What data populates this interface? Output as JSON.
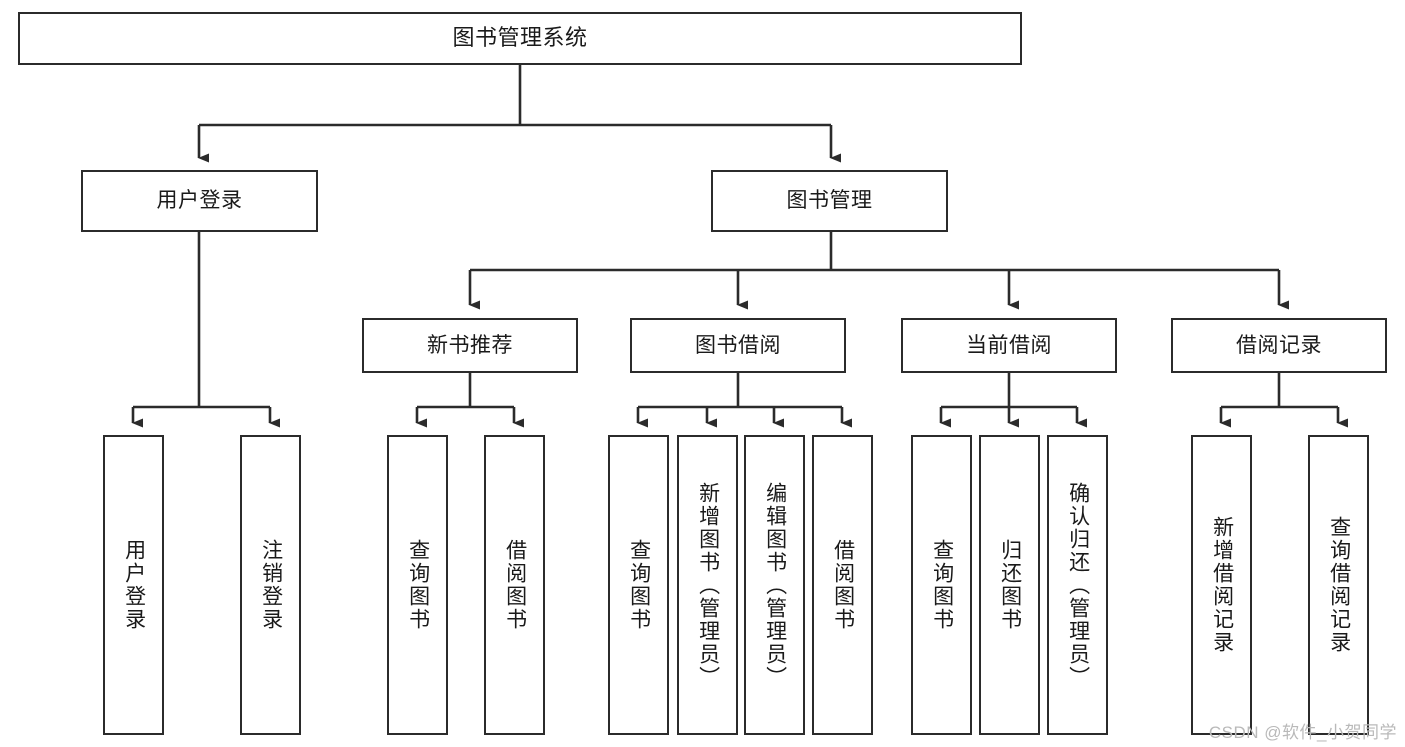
{
  "diagram": {
    "title": "图书管理系统",
    "type": "tree",
    "watermark": "CSDN @软件_小贺同学",
    "colors": {
      "stroke": "#2b2b2b",
      "fill": "#ffffff",
      "text": "#1a1a1a",
      "watermark": "#b9b9b9"
    },
    "nodes": {
      "root": {
        "label": "图书管理系统",
        "level": 1,
        "orientation": "horizontal"
      },
      "user_login": {
        "label": "用户登录",
        "level": 2,
        "orientation": "horizontal"
      },
      "book_manage": {
        "label": "图书管理",
        "level": 2,
        "orientation": "horizontal"
      },
      "new_book_rec": {
        "label": "新书推荐",
        "level": 3,
        "orientation": "horizontal"
      },
      "book_borrow": {
        "label": "图书借阅",
        "level": 3,
        "orientation": "horizontal"
      },
      "current_borrow": {
        "label": "当前借阅",
        "level": 3,
        "orientation": "horizontal"
      },
      "borrow_record": {
        "label": "借阅记录",
        "level": 3,
        "orientation": "horizontal"
      },
      "leaf_user_login": {
        "label": "用户登录",
        "level": 4,
        "orientation": "vertical"
      },
      "leaf_logout": {
        "label": "注销登录",
        "level": 4,
        "orientation": "vertical"
      },
      "leaf_query_book_1": {
        "label": "查询图书",
        "level": 4,
        "orientation": "vertical"
      },
      "leaf_borrow_book_1": {
        "label": "借阅图书",
        "level": 4,
        "orientation": "vertical"
      },
      "leaf_query_book_2": {
        "label": "查询图书",
        "level": 4,
        "orientation": "vertical"
      },
      "leaf_add_book": {
        "label": "新增图书（管理员）",
        "level": 4,
        "orientation": "vertical"
      },
      "leaf_edit_book": {
        "label": "编辑图书（管理员）",
        "level": 4,
        "orientation": "vertical"
      },
      "leaf_borrow_book_2": {
        "label": "借阅图书",
        "level": 4,
        "orientation": "vertical"
      },
      "leaf_query_book_3": {
        "label": "查询图书",
        "level": 4,
        "orientation": "vertical"
      },
      "leaf_return_book": {
        "label": "归还图书",
        "level": 4,
        "orientation": "vertical"
      },
      "leaf_confirm_return": {
        "label": "确认归还（管理员）",
        "level": 4,
        "orientation": "vertical"
      },
      "leaf_add_record": {
        "label": "新增借阅记录",
        "level": 4,
        "orientation": "vertical"
      },
      "leaf_query_record": {
        "label": "查询借阅记录",
        "level": 4,
        "orientation": "vertical"
      }
    },
    "edges": [
      {
        "from": "root",
        "to": "user_login"
      },
      {
        "from": "root",
        "to": "book_manage"
      },
      {
        "from": "book_manage",
        "to": "new_book_rec"
      },
      {
        "from": "book_manage",
        "to": "book_borrow"
      },
      {
        "from": "book_manage",
        "to": "current_borrow"
      },
      {
        "from": "book_manage",
        "to": "borrow_record"
      },
      {
        "from": "user_login",
        "to": "leaf_user_login"
      },
      {
        "from": "user_login",
        "to": "leaf_logout"
      },
      {
        "from": "new_book_rec",
        "to": "leaf_query_book_1"
      },
      {
        "from": "new_book_rec",
        "to": "leaf_borrow_book_1"
      },
      {
        "from": "book_borrow",
        "to": "leaf_query_book_2"
      },
      {
        "from": "book_borrow",
        "to": "leaf_add_book"
      },
      {
        "from": "book_borrow",
        "to": "leaf_edit_book"
      },
      {
        "from": "book_borrow",
        "to": "leaf_borrow_book_2"
      },
      {
        "from": "current_borrow",
        "to": "leaf_query_book_3"
      },
      {
        "from": "current_borrow",
        "to": "leaf_return_book"
      },
      {
        "from": "current_borrow",
        "to": "leaf_confirm_return"
      },
      {
        "from": "borrow_record",
        "to": "leaf_add_record"
      },
      {
        "from": "borrow_record",
        "to": "leaf_query_record"
      }
    ]
  }
}
